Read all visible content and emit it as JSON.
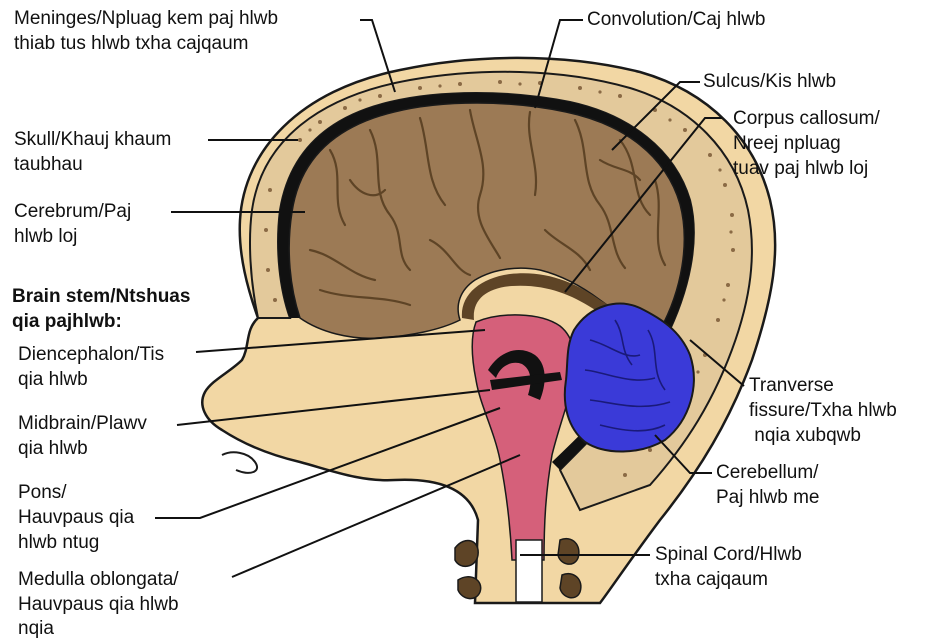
{
  "labels": {
    "meninges": [
      "Meninges/Npluag kem paj hlwb",
      "thiab tus hlwb txha cajqaum"
    ],
    "convolution": [
      "Convolution/Caj hlwb"
    ],
    "sulcus": [
      "Sulcus/Kis hlwb"
    ],
    "corpus_callosum": [
      "Corpus callosum/",
      "Nreej npluag",
      "tuav paj hlwb loj"
    ],
    "skull": [
      "Skull/Khauj khaum",
      "taubhau"
    ],
    "cerebrum": [
      "Cerebrum/Paj",
      "hlwb loj"
    ],
    "brain_stem": [
      "Brain stem/Ntshuas",
      "qia pajhlwb:"
    ],
    "diencephalon": [
      "Diencephalon/Tis",
      "qia hlwb"
    ],
    "midbrain": [
      "Midbrain/Plawv",
      "qia hlwb"
    ],
    "pons": [
      "Pons/",
      "Hauvpaus qia",
      "hlwb ntug"
    ],
    "medulla": [
      "Medulla oblongata/",
      "Hauvpaus qia hlwb",
      "nqia"
    ],
    "transverse_fissure": [
      "Tranverse",
      "fissure/Txha hlwb",
      " nqia xubqwb"
    ],
    "cerebellum": [
      "Cerebellum/",
      "Paj hlwb me"
    ],
    "spinal_cord": [
      "Spinal Cord/Hlwb",
      "txha cajqaum"
    ]
  },
  "colors": {
    "skin": "#F2D7A4",
    "skin_outline": "#1a1a1a",
    "skull_bone": "#E3C99B",
    "skull_dots": "#8A6A45",
    "meninges_dark": "#111111",
    "cerebrum": "#9C7A55",
    "cerebrum_fold": "#5E4426",
    "brainstem": "#D5607A",
    "cerebellum": "#3A3AD8",
    "cerebellum_lines": "#1a1a7a",
    "spinal_white": "#FFFFFF"
  }
}
